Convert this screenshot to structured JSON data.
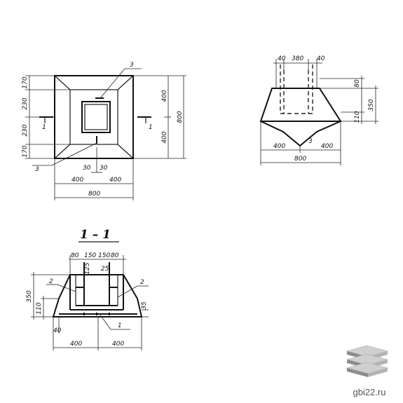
{
  "plan": {
    "dims_left": [
      "170",
      "230",
      "230",
      "170"
    ],
    "dims_right": [
      "400",
      "400"
    ],
    "dim_total_right": "800",
    "dims_bottom": [
      "400",
      "400"
    ],
    "dim_total_bottom": "800",
    "dims_center": [
      "30",
      "30"
    ],
    "callout_top": "3",
    "callout_bottom": "3",
    "section_marks": [
      "1",
      "1"
    ]
  },
  "elevation": {
    "dims_top": [
      "40",
      "380",
      "40"
    ],
    "dims_right": [
      "80",
      "350",
      "110"
    ],
    "dims_bottom": [
      "400",
      "400"
    ],
    "dim_total_bottom": "800",
    "callout": "3"
  },
  "section": {
    "title": "1 – 1",
    "dims_top": [
      "80",
      "150",
      "150",
      "80"
    ],
    "dims_inner": [
      "125",
      "25"
    ],
    "dims_left": [
      "350",
      "110"
    ],
    "dim_right": "35",
    "dim_base": "40",
    "dims_bottom": [
      "400",
      "400"
    ],
    "callout_left": "2",
    "callout_right": "2",
    "callout_bottom": "1"
  },
  "watermark": {
    "text": "gbi22.ru"
  }
}
